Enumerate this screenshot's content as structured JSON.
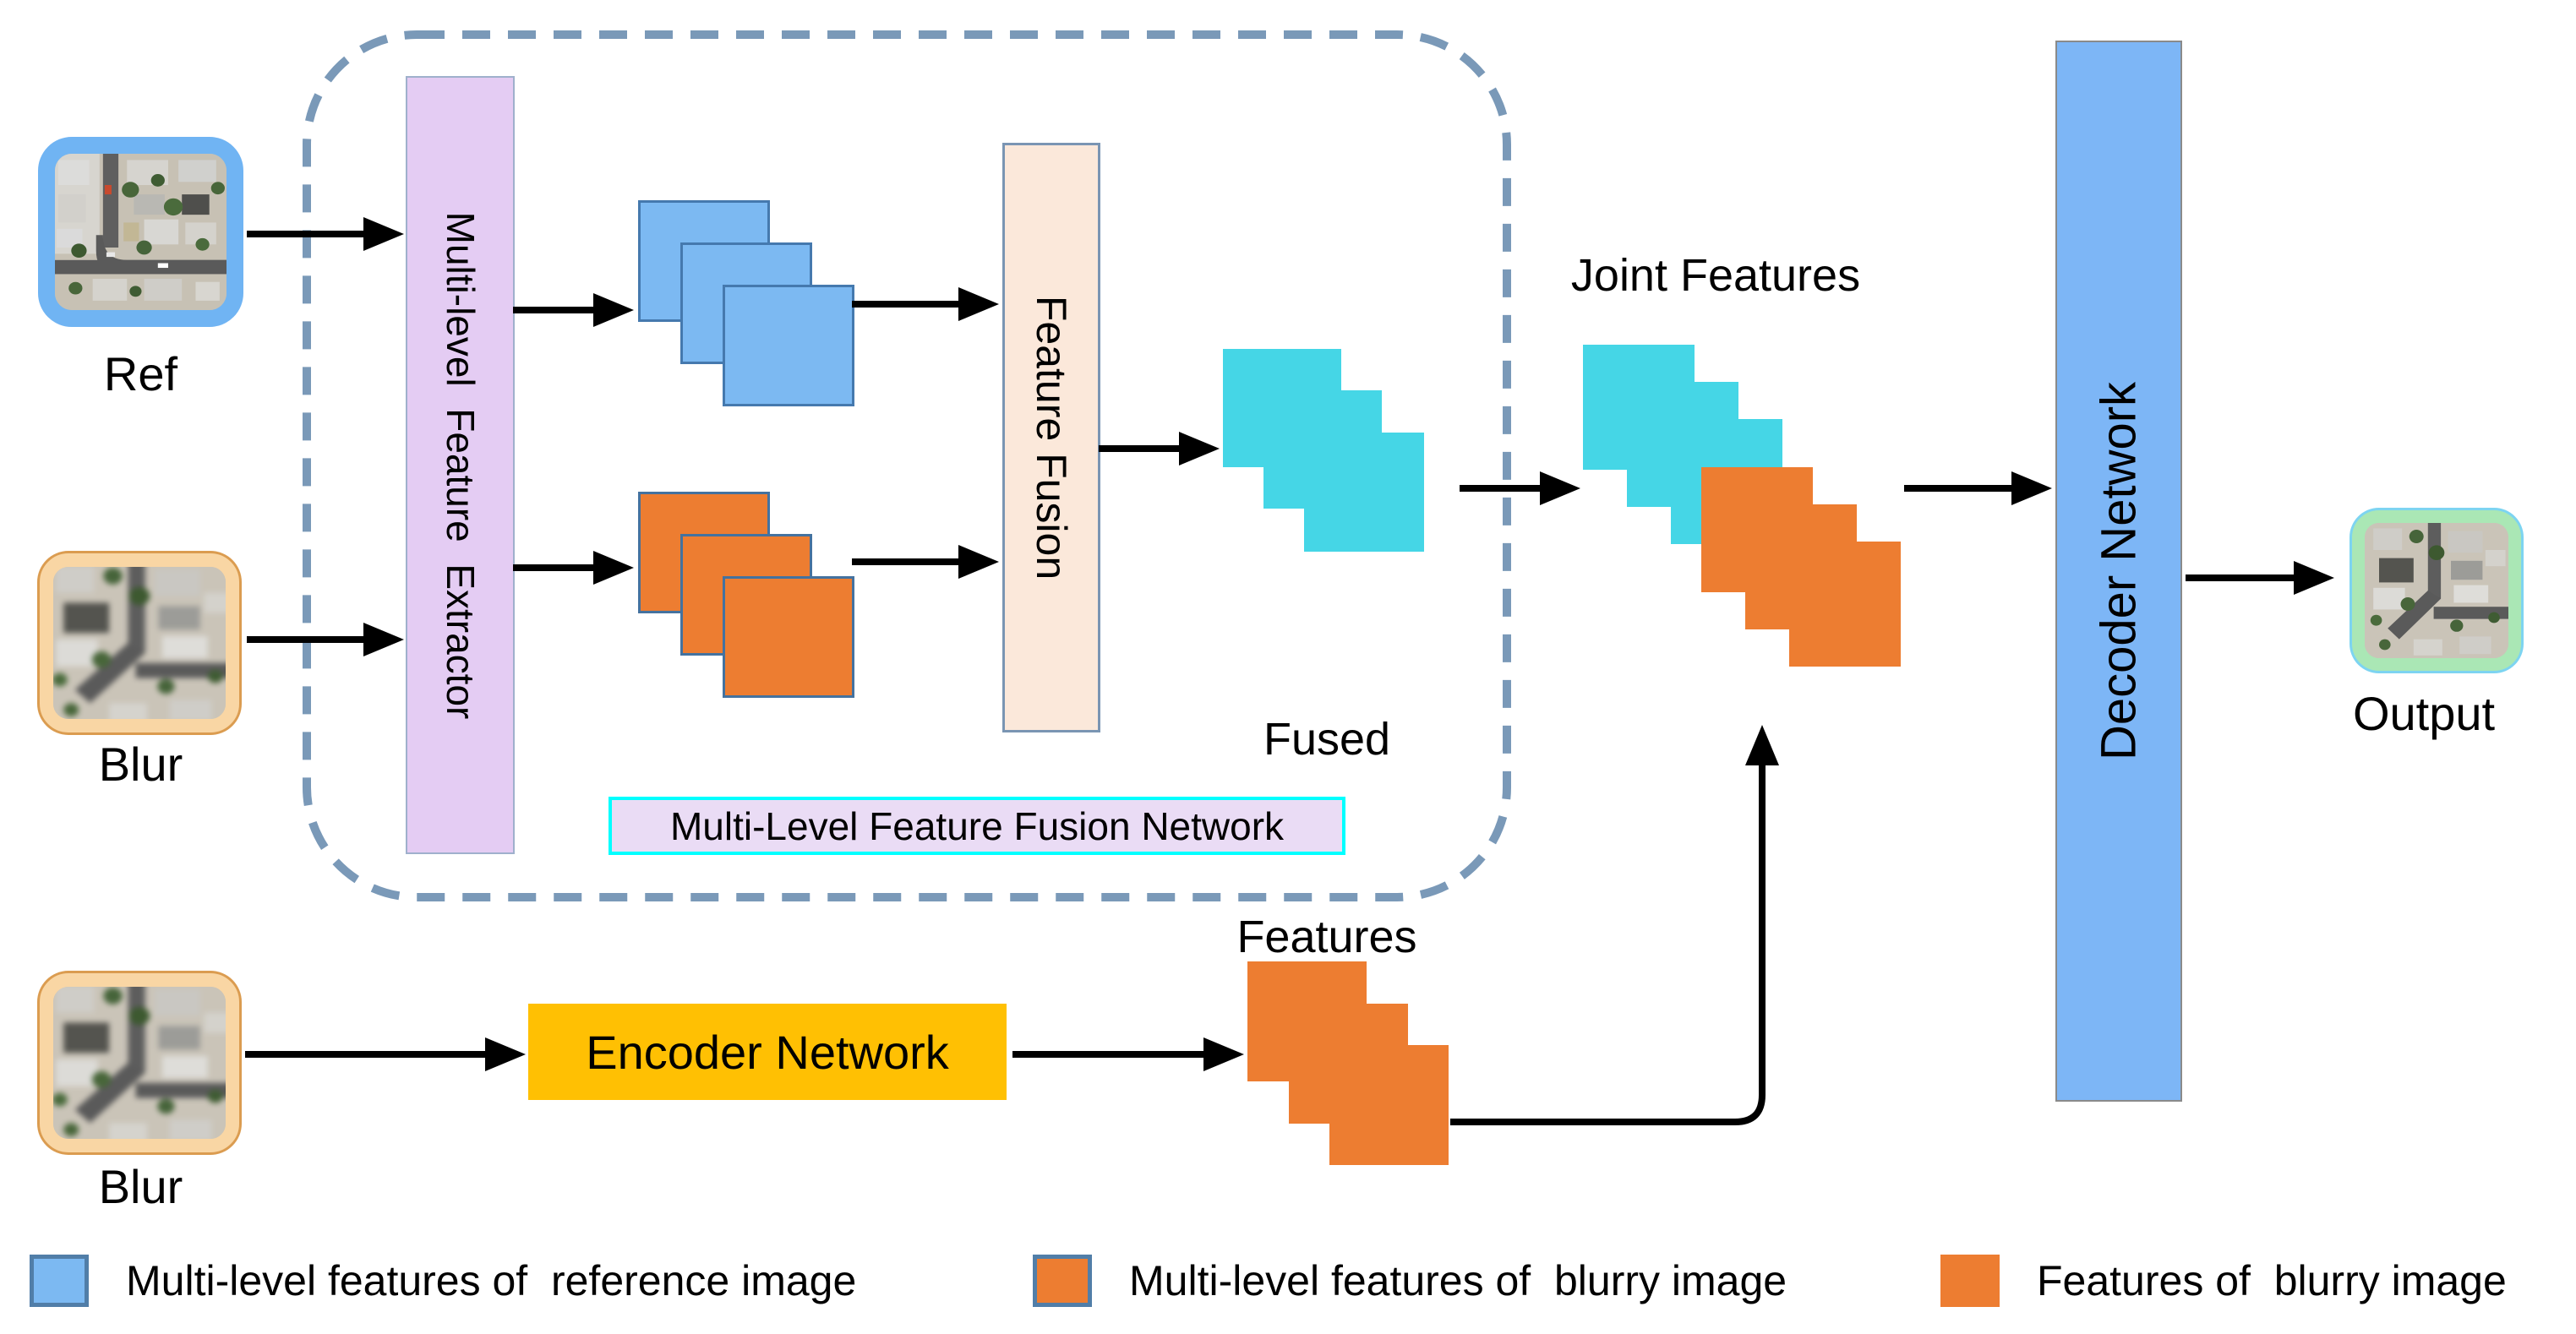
{
  "nodes": {
    "ref": {
      "label": "Ref"
    },
    "blur_top": {
      "label": "Blur"
    },
    "blur_bottom": {
      "label": "Blur"
    },
    "output": {
      "label": "Output"
    },
    "extractor": {
      "label": "Multi-level  Feature  Extractor"
    },
    "fusion": {
      "label": "Feature Fusion"
    },
    "encoder": {
      "label": "Encoder Network"
    },
    "decoder": {
      "label": "Decoder Network"
    },
    "fused": {
      "line1": "Fused",
      "line2": "Features"
    },
    "joint": {
      "label": "Joint Features"
    },
    "mlffn": {
      "label": "Multi-Level Feature Fusion Network"
    }
  },
  "legend": {
    "items": [
      {
        "label": "Multi-level features of  reference image",
        "swatch_fill": "#7CB9F2",
        "swatch_border": "#517EA8"
      },
      {
        "label": "Multi-level features of  blurry image",
        "swatch_fill": "#ED7D31",
        "swatch_border": "#517EA8"
      },
      {
        "label": "Features of  blurry image",
        "swatch_fill": "#ED7D31",
        "swatch_border": "none"
      }
    ]
  },
  "colors": {
    "blue-fill": "#7CB9F2",
    "blue-border": "#4579AE",
    "orange-fill": "#ED7D31",
    "orange-border": "#44729F",
    "cyan-fill": "#45D6E6",
    "decoder-fill": "#7DB6F6",
    "decoder-border": "#8A8A8A",
    "encoder-fill": "#FFC003",
    "extractor-fill": "#E4CCF3",
    "extractor-border": "#9FB0CC",
    "fusion-fill": "#FBE8DA",
    "fusion-border": "#7A95B3",
    "mlffn-bg": "#EADCF5",
    "mlffn-border": "#00FFFF",
    "dash-color": "#7A99B8",
    "ref-frame": "#70B4F3",
    "blur-frame": "#F9D6A4",
    "blur-frame-line": "#DB9C50",
    "output-frame": "#AAE7B5",
    "output-frame-line": "#7DD4F1",
    "arrow-color": "#000000"
  }
}
